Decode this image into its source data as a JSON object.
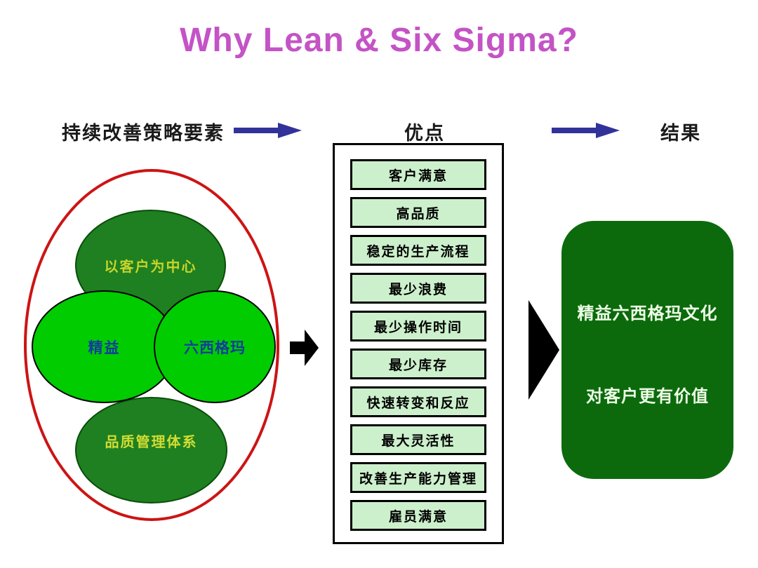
{
  "title": "Why Lean & Six Sigma?",
  "headers": {
    "strategy": "持续改善策略要素",
    "benefits": "优点",
    "results": "结果"
  },
  "venn": {
    "top": "以客户为中心",
    "left": "精益",
    "right": "六西格玛",
    "bottom": "品质管理体系"
  },
  "benefits": {
    "items": [
      "客户满意",
      "高品质",
      "稳定的生产流程",
      "最少浪费",
      "最少操作时间",
      "最少库存",
      "快速转变和反应",
      "最大灵活性",
      "改善生产能力管理",
      "雇员满意"
    ]
  },
  "results": {
    "lines": [
      "精益六西格玛文化",
      "对客户更有价值"
    ]
  },
  "icons": {
    "blue_arrow": "right-block-arrow",
    "black_arrow": "right-block-arrow",
    "black_triangle": "right-triangle-arrow"
  },
  "colors": {
    "title": "#c453c6",
    "blue_arrow": "#32329b",
    "red_outline": "#cc1414",
    "dark_green_ellipse": "#1e8020",
    "bright_green_ellipse": "#00cc00",
    "light_green_box": "#ccf0cc",
    "result_box_green": "#0c6a0c",
    "venn_yellow_text": "#c9d42c",
    "venn_blue_text": "#123c9e",
    "result_text": "#efffe8"
  }
}
